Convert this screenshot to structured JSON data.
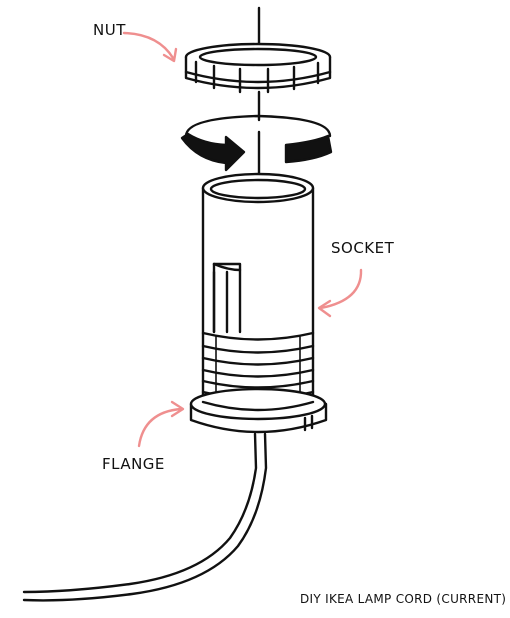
{
  "labels": {
    "nut": "NUT",
    "socket": "SOCKET",
    "flange": "FLANGE",
    "caption": "DIY IKEA LAMP CORD (CURRENT)"
  },
  "colors": {
    "line": "#111111",
    "arrow": "#ef8f8f",
    "background": "#ffffff"
  }
}
